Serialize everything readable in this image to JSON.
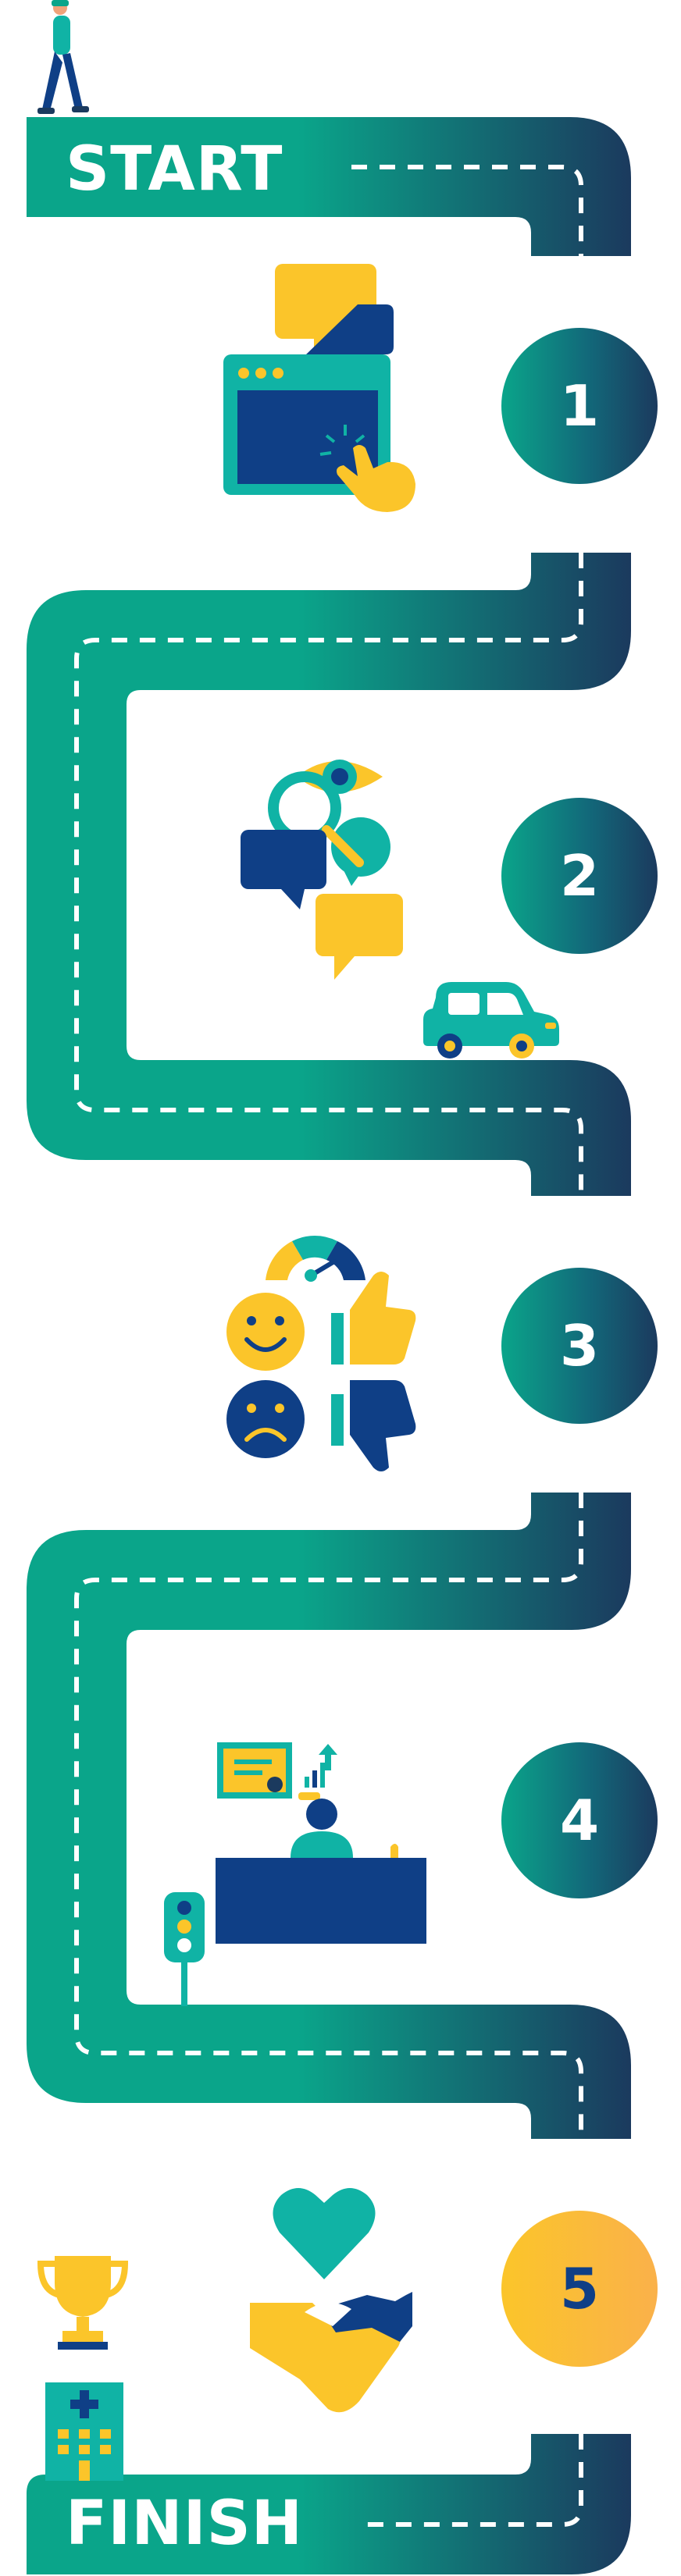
{
  "road": {
    "start_label": "START",
    "finish_label": "FINISH",
    "colors": {
      "green": "#0aa58a",
      "navy": "#1b3a5e",
      "dash": "#ffffff"
    }
  },
  "steps": [
    {
      "number": "1",
      "icon": "website-click-icon",
      "style": "teal"
    },
    {
      "number": "2",
      "icon": "research-reviews-icon",
      "style": "teal"
    },
    {
      "number": "3",
      "icon": "feedback-rating-icon",
      "style": "teal"
    },
    {
      "number": "4",
      "icon": "dealership-desk-icon",
      "style": "teal"
    },
    {
      "number": "5",
      "icon": "handshake-deal-icon",
      "style": "gold"
    }
  ],
  "palette": {
    "teal": "#10b3a5",
    "yellow": "#fbc52a",
    "blue": "#0f3f86",
    "dark_navy": "#1b3a5e"
  }
}
